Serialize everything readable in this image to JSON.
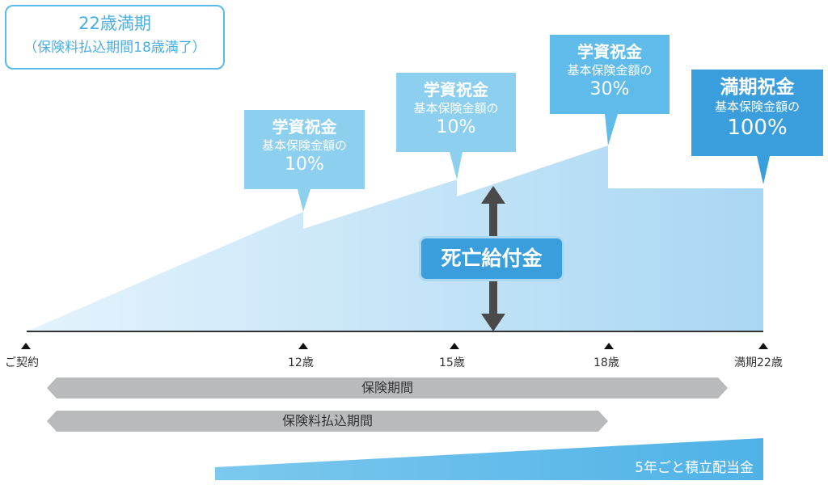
{
  "plan": {
    "title": "22歳満期",
    "subtitle": "（保険料払込期間18歳満了）"
  },
  "callouts": [
    {
      "title": "学資祝金",
      "subtitle": "基本保険金額の",
      "percent": "10%"
    },
    {
      "title": "学資祝金",
      "subtitle": "基本保険金額の",
      "percent": "10%"
    },
    {
      "title": "学資祝金",
      "subtitle": "基本保険金額の",
      "percent": "30%"
    },
    {
      "title": "満期祝金",
      "subtitle": "基本保険金額の",
      "percent": "100%"
    }
  ],
  "death_benefit": "死亡給付金",
  "timeline": {
    "labels": [
      "ご契約",
      "12歳",
      "15歳",
      "18歳",
      "満期22歳"
    ]
  },
  "periods": {
    "insurance_period": "保険期間",
    "premium_period": "保険料払込期間"
  },
  "dividend": "5年ごと積立配当金",
  "colors": {
    "light_blue": "#bfe2f6",
    "mid_blue": "#5fbbea",
    "dark_blue": "#3a9edc",
    "gray_bar": "#b9babc",
    "arrow_gray": "#4a4a4a"
  }
}
